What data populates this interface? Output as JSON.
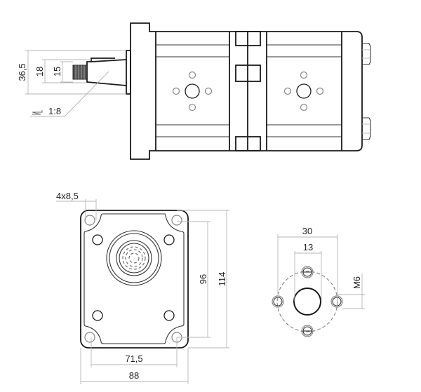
{
  "side_view": {
    "dimensions": {
      "flange_diameter": "36,5",
      "shaft_diameter": "18",
      "shaft_small_diameter": "15",
      "taper": "1:8"
    }
  },
  "front_view": {
    "dimensions": {
      "holes": "4x8,5",
      "hole_spacing_vertical": "96",
      "height": "114",
      "hole_spacing_horizontal": "71,5",
      "width": "88"
    }
  },
  "port_view": {
    "dimensions": {
      "bolt_circle": "30",
      "port_diameter": "13",
      "thread": "M6"
    }
  }
}
